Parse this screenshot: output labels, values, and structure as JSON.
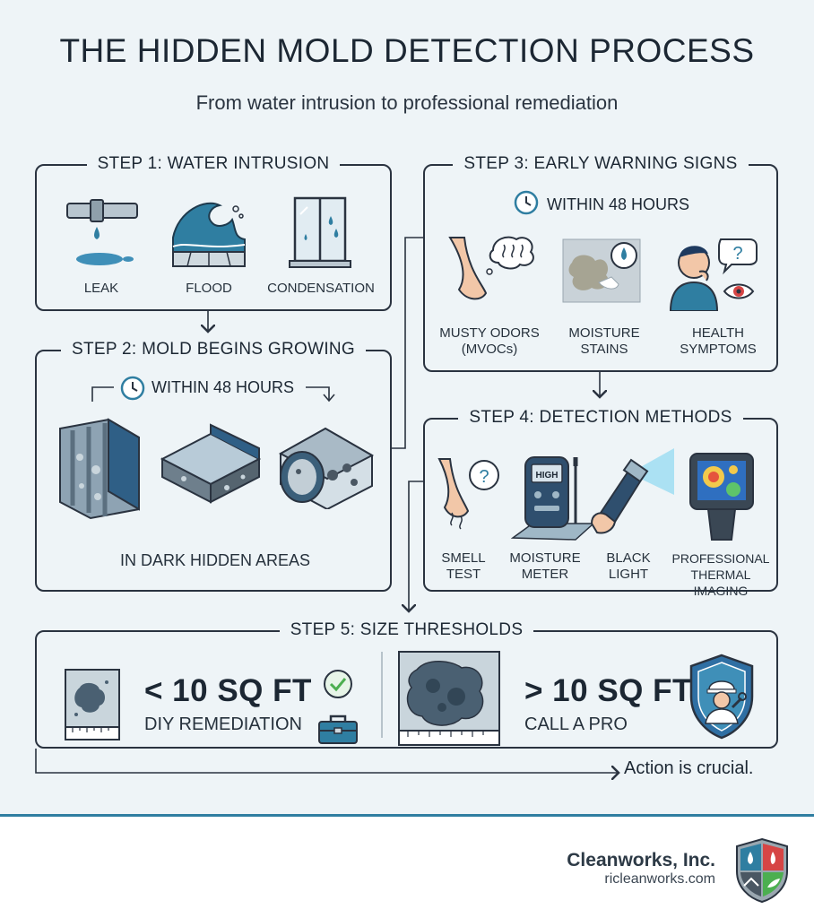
{
  "header": {
    "title": "THE HIDDEN MOLD DETECTION PROCESS",
    "subtitle": "From water intrusion to professional remediation"
  },
  "step1": {
    "title": "STEP 1: WATER INTRUSION",
    "items": [
      "LEAK",
      "FLOOD",
      "CONDENSATION"
    ]
  },
  "step2": {
    "title": "STEP 2: MOLD BEGINS GROWING",
    "timing": "WITHIN 48 HOURS",
    "caption": "IN DARK HIDDEN AREAS"
  },
  "step3": {
    "title": "STEP 3: EARLY WARNING SIGNS",
    "timing": "WITHIN 48 HOURS",
    "items": [
      {
        "line1": "MUSTY ODORS",
        "line2": "(MVOCs)"
      },
      {
        "line1": "MOISTURE",
        "line2": "STAINS"
      },
      {
        "line1": "HEALTH",
        "line2": "SYMPTOMS"
      }
    ]
  },
  "step4": {
    "title": "STEP 4: DETECTION METHODS",
    "meter_screen": "HIGH",
    "items": [
      {
        "line1": "SMELL",
        "line2": "TEST"
      },
      {
        "line1": "MOISTURE",
        "line2": "METER"
      },
      {
        "line1": "BLACK",
        "line2": "LIGHT"
      },
      {
        "line1": "PROFESSIONAL",
        "line2": "THERMAL IMAGING"
      }
    ]
  },
  "step5": {
    "title": "STEP 5: SIZE THRESHOLDS",
    "small": {
      "size": "< 10 SQ FT",
      "action": "DIY REMEDIATION"
    },
    "large": {
      "size": "> 10 SQ FT",
      "action": "CALL A PRO"
    },
    "note": "Action is crucial."
  },
  "footer": {
    "company": "Cleanworks, Inc.",
    "url": "ricleanworks.com"
  },
  "colors": {
    "background": "#eef4f7",
    "outline": "#2a3340",
    "accent_blue": "#2f7ea1",
    "water_blue": "#3f8fb8",
    "check_green": "#4caf50"
  }
}
